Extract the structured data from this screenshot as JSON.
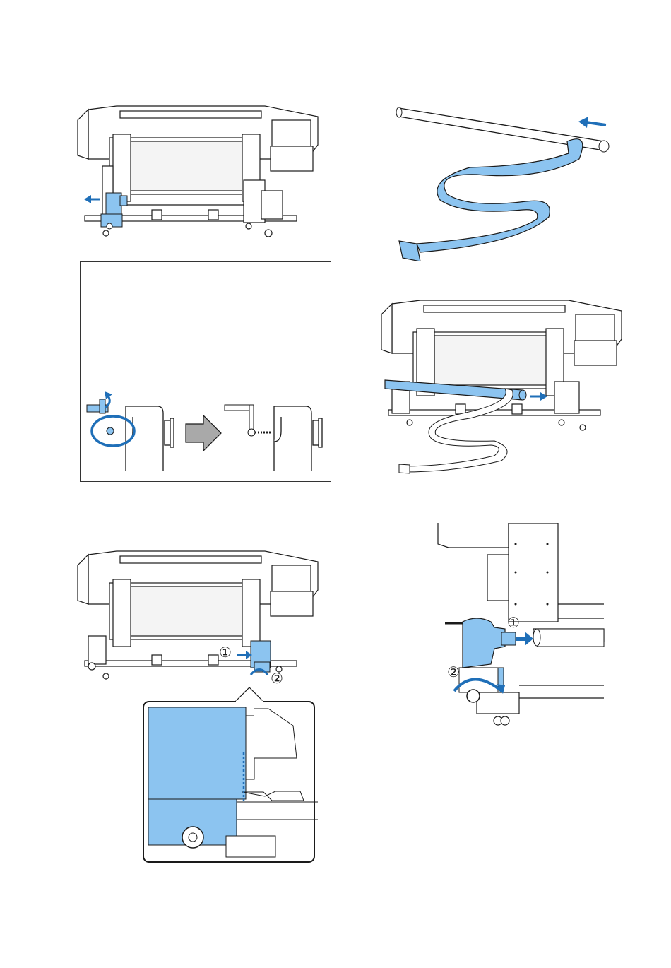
{
  "page": {
    "accent_color": "#8cc4f0",
    "accent_dark": "#1f6fb8",
    "line_color": "#1a1a1a"
  },
  "figures": {
    "step_a": {
      "icon": "printer-left-roll-holder-illustration"
    },
    "step_b": {
      "icon": "handle-rotate-detail-illustration"
    },
    "step_c": {
      "icon": "printer-right-roll-holder-illustration",
      "markers": [
        "①",
        "②"
      ]
    },
    "step_d": {
      "icon": "roll-core-with-media-illustration"
    },
    "step_e": {
      "icon": "printer-roll-core-insert-illustration"
    },
    "step_f": {
      "icon": "roll-holder-push-and-tighten-illustration",
      "markers": [
        "①",
        "②"
      ]
    }
  }
}
